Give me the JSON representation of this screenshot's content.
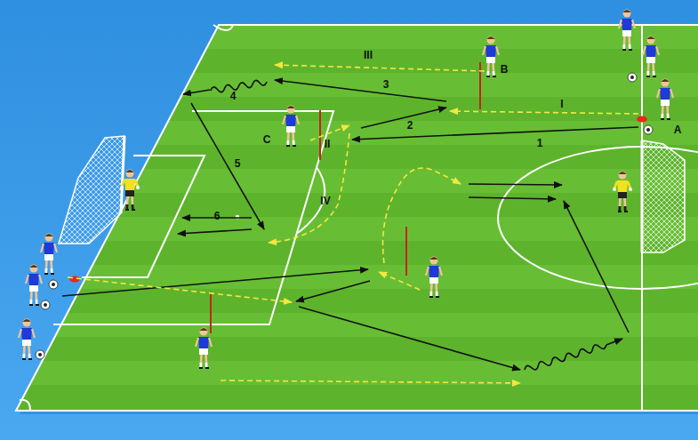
{
  "diagram": {
    "labels": [
      "III",
      "B",
      "I",
      "A",
      "4",
      "3",
      "2",
      "C",
      "II",
      "1",
      "5",
      "IV",
      "6"
    ]
  }
}
